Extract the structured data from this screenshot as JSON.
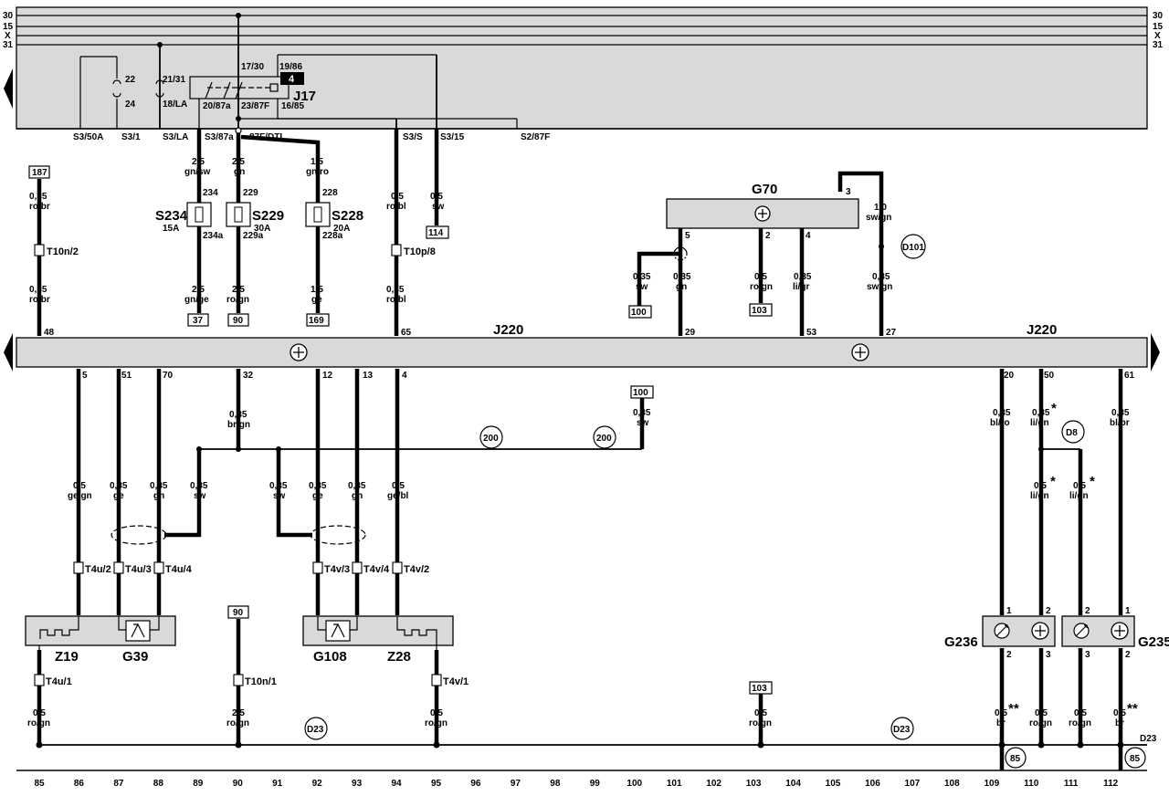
{
  "rails": {
    "labels": [
      "30",
      "15",
      "X",
      "31"
    ]
  },
  "relay": {
    "id": "J17",
    "badge": "4",
    "pins": [
      "17/30",
      "19/86",
      "21/31",
      "18/LA",
      "20/87a",
      "23/87F",
      "16/85",
      "22",
      "24"
    ]
  },
  "terminals_top": [
    "S3/50A",
    "S3/1",
    "S3/LA",
    "S3/87a",
    "87F/DTI",
    "S3/S",
    "S3/15",
    "S2/87F"
  ],
  "fuses": [
    {
      "id": "S234",
      "rating": "15A",
      "top": "234",
      "bottom": "234a"
    },
    {
      "id": "S229",
      "rating": "30A",
      "top": "229",
      "bottom": "229a"
    },
    {
      "id": "S228",
      "rating": "20A",
      "top": "228",
      "bottom": "228a"
    }
  ],
  "refs_top": [
    "187",
    "37",
    "90",
    "169",
    "114",
    "100",
    "103"
  ],
  "wires_top": [
    {
      "size": "0,35",
      "color": "ro/br"
    },
    {
      "size": "2,5",
      "color": "gn/sw"
    },
    {
      "size": "2,5",
      "color": "gn"
    },
    {
      "size": "1,5",
      "color": "gn/ro"
    },
    {
      "size": "0,5",
      "color": "ro/bl"
    },
    {
      "size": "0,5",
      "color": "sw"
    },
    {
      "size": "2,5",
      "color": "gn/ge"
    },
    {
      "size": "2,5",
      "color": "ro/gn"
    },
    {
      "size": "1,5",
      "color": "ge"
    },
    {
      "size": "0,35",
      "color": "ro/bl"
    },
    {
      "size": "1,0",
      "color": "sw/gn"
    },
    {
      "size": "0,35",
      "color": "sw"
    },
    {
      "size": "0,35",
      "color": "gn"
    },
    {
      "size": "0,5",
      "color": "ro/gn"
    },
    {
      "size": "0,35",
      "color": "li/gr"
    },
    {
      "size": "0,35",
      "color": "sw/gn"
    }
  ],
  "connectors_top": [
    "T10n/2",
    "T10p/8"
  ],
  "g70": {
    "id": "G70",
    "pins": [
      "3",
      "5",
      "2",
      "4"
    ],
    "circle": "D101"
  },
  "ecu": {
    "id": "J220",
    "pins_top": [
      "48",
      "65",
      "29",
      "53",
      "27"
    ],
    "pins_bottom": [
      "5",
      "51",
      "70",
      "32",
      "12",
      "13",
      "4",
      "20",
      "50",
      "61"
    ]
  },
  "wires_bottom": [
    {
      "size": "0,5",
      "color": "ge/gn"
    },
    {
      "size": "0,35",
      "color": "ge"
    },
    {
      "size": "0,35",
      "color": "gn"
    },
    {
      "size": "0,35",
      "color": "sw"
    },
    {
      "size": "0,35",
      "color": "br/gn"
    },
    {
      "size": "0,35",
      "color": "sw"
    },
    {
      "size": "0,35",
      "color": "ge"
    },
    {
      "size": "0,35",
      "color": "gn"
    },
    {
      "size": "0,5",
      "color": "ge/bl"
    },
    {
      "size": "0,35",
      "color": "sw"
    },
    {
      "size": "0,35",
      "color": "bl/ro"
    },
    {
      "size": "0,35",
      "color": "li/gn"
    },
    {
      "size": "0,35",
      "color": "bl/br"
    },
    {
      "size": "0,5",
      "color": "li/gn"
    },
    {
      "size": "0,5",
      "color": "li/gn"
    }
  ],
  "refs_bottom": [
    "100",
    "90",
    "103"
  ],
  "circles_mid": [
    "200",
    "200",
    "D8"
  ],
  "connectors_bottom": [
    "T4u/2",
    "T4u/3",
    "T4u/4",
    "T4v/3",
    "T4v/4",
    "T4v/2",
    "T4u/1",
    "T10n/1",
    "T4v/1"
  ],
  "sensors": {
    "z19": "Z19",
    "g39": "G39",
    "g108": "G108",
    "z28": "Z28",
    "g236": "G236",
    "g235": "G235",
    "g236_pins": [
      "1",
      "2"
    ],
    "g236b_pins": [
      "2",
      "3"
    ],
    "g235a_pins": [
      "2",
      "3"
    ],
    "g235_pins": [
      "1",
      "2"
    ]
  },
  "wires_ground": [
    {
      "size": "0,5",
      "color": "ro/gn"
    },
    {
      "size": "2,5",
      "color": "ro/gn"
    },
    {
      "size": "0,5",
      "color": "ro/gn"
    },
    {
      "size": "0,5",
      "color": "ro/gn"
    },
    {
      "size": "0,5",
      "color": "br"
    },
    {
      "size": "0,5",
      "color": "ro/gn"
    },
    {
      "size": "0,5",
      "color": "ro/gn"
    },
    {
      "size": "0,5",
      "color": "br"
    }
  ],
  "ground": {
    "label": "D23",
    "circles": [
      "D23",
      "D23",
      "85",
      "85"
    ]
  },
  "marks": {
    "star": "*",
    "double_star": "**"
  },
  "scale": [
    "85",
    "86",
    "87",
    "88",
    "89",
    "90",
    "91",
    "92",
    "93",
    "94",
    "95",
    "96",
    "97",
    "98",
    "99",
    "100",
    "101",
    "102",
    "103",
    "104",
    "105",
    "106",
    "107",
    "108",
    "109",
    "110",
    "111",
    "112"
  ]
}
